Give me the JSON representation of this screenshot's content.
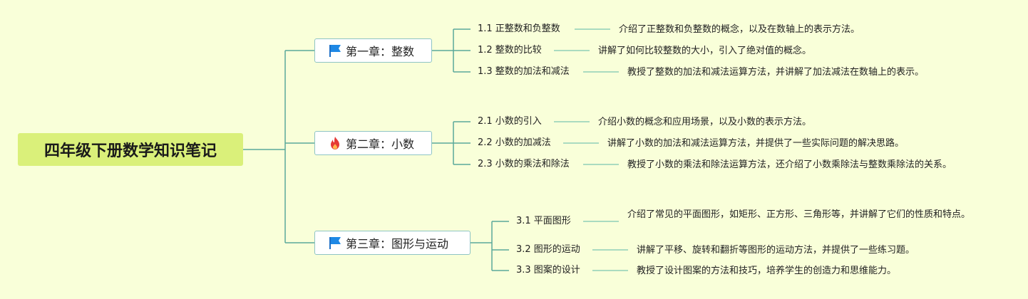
{
  "root": {
    "title": "四年级下册数学知识笔记"
  },
  "chapters": [
    {
      "title": "第一章：整数",
      "icon": "blue-flag-icon",
      "sections": [
        {
          "label": "1.1 正整数和负整数",
          "desc": "介绍了正整数和负整数的概念，以及在数轴上的表示方法。"
        },
        {
          "label": "1.2 整数的比较",
          "desc": "讲解了如何比较整数的大小，引入了绝对值的概念。"
        },
        {
          "label": "1.3 整数的加法和减法",
          "desc": "教授了整数的加法和减法运算方法，并讲解了加法减法在数轴上的表示。"
        }
      ]
    },
    {
      "title": "第二章：小数",
      "icon": "fire-icon",
      "sections": [
        {
          "label": "2.1 小数的引入",
          "desc": "介绍小数的概念和应用场景，以及小数的表示方法。"
        },
        {
          "label": "2.2 小数的加减法",
          "desc": "讲解了小数的加法和减法运算方法，并提供了一些实际问题的解决思路。"
        },
        {
          "label": "2.3 小数的乘法和除法",
          "desc": "教授了小数的乘法和除法运算方法，还介绍了小数乘除法与整数乘除法的关系。"
        }
      ]
    },
    {
      "title": "第三章：图形与运动",
      "icon": "blue-flag-icon",
      "sections": [
        {
          "label": "3.1 平面图形",
          "desc": "介绍了常见的平面图形，如矩形、正方形、三角形等，并讲解了它们的性质和特点。"
        },
        {
          "label": "3.2 图形的运动",
          "desc": "讲解了平移、旋转和翻折等图形的运动方法，并提供了一些练习题。"
        },
        {
          "label": "3.3 图案的设计",
          "desc": "教授了设计图案的方法和技巧，培养学生的创造力和思维能力。"
        }
      ]
    }
  ],
  "colors": {
    "root_bg": "#daf07a",
    "connector": "#5aa99a",
    "chapter_border": "#8ec4c4",
    "flag": "#1e88e5",
    "fire": "#e53935",
    "background": "#f9ffd9"
  }
}
